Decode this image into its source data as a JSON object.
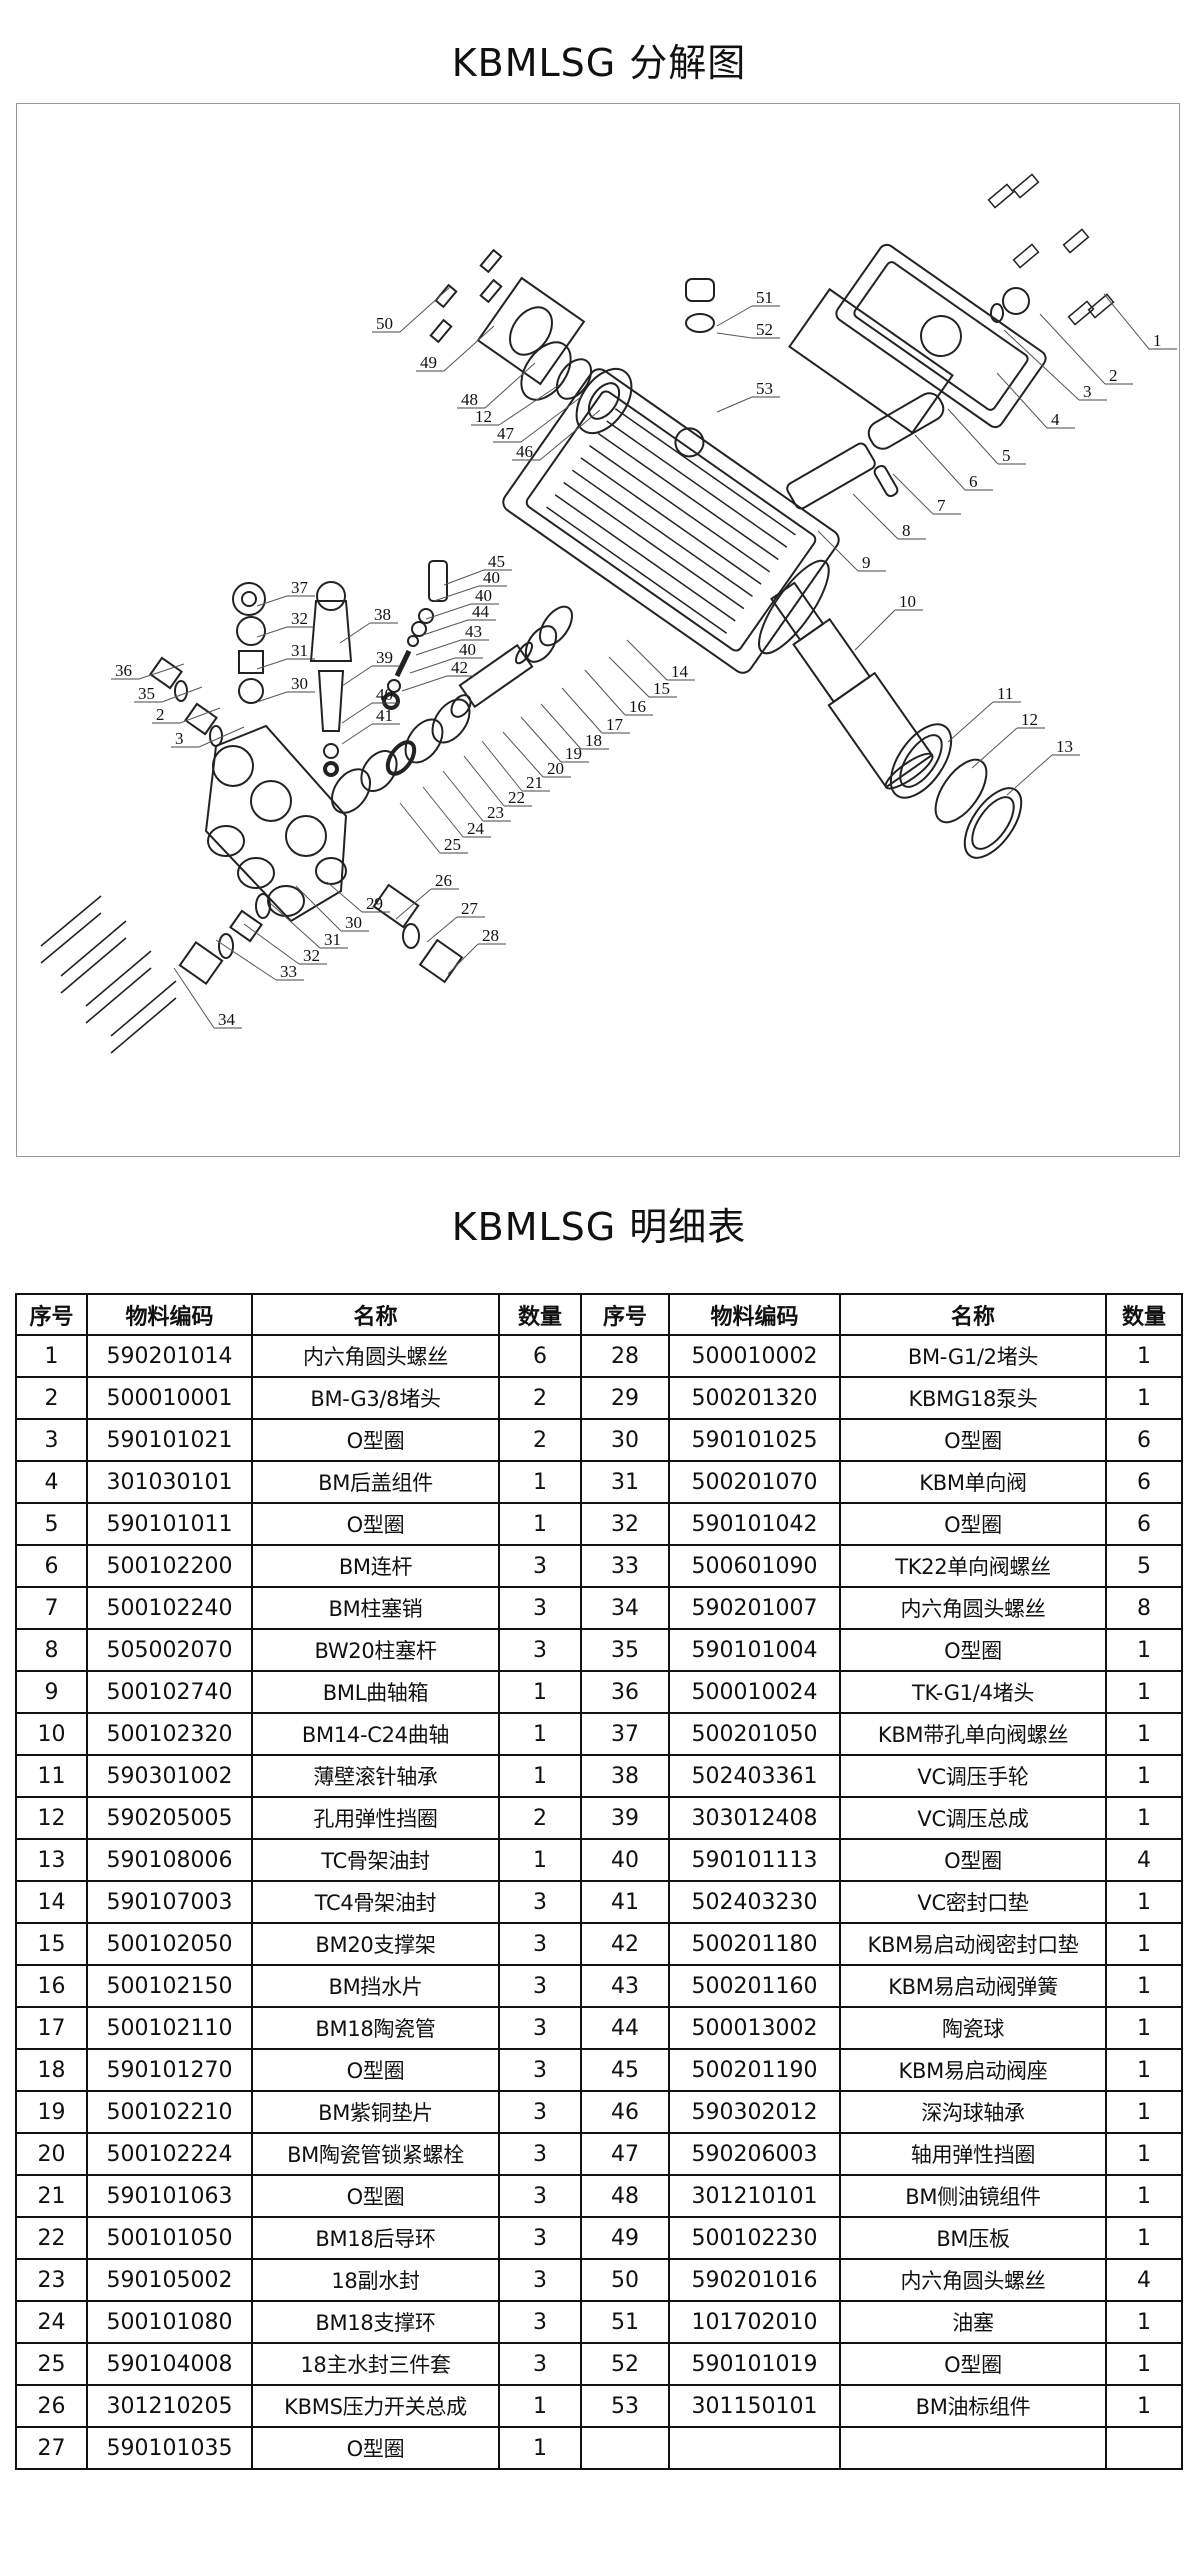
{
  "diagram_title": "KBMLSG 分解图",
  "table_title": "KBMLSG 明细表",
  "diagram": {
    "callouts": [
      "1",
      "2",
      "3",
      "4",
      "5",
      "6",
      "7",
      "8",
      "9",
      "10",
      "11",
      "12",
      "13",
      "14",
      "15",
      "16",
      "17",
      "18",
      "19",
      "20",
      "21",
      "22",
      "23",
      "24",
      "25",
      "26",
      "27",
      "28",
      "29",
      "30",
      "31",
      "32",
      "33",
      "34",
      "35",
      "36",
      "2",
      "3",
      "37",
      "32",
      "31",
      "30",
      "38",
      "39",
      "40",
      "41",
      "45",
      "40",
      "40",
      "44",
      "43",
      "40",
      "42",
      "50",
      "49",
      "48",
      "12",
      "47",
      "46",
      "51",
      "52",
      "53"
    ]
  },
  "table": {
    "headers": [
      "序号",
      "物料编码",
      "名称",
      "数量",
      "序号",
      "物料编码",
      "名称",
      "数量"
    ],
    "left_rows": [
      [
        "1",
        "590201014",
        "内六角圆头螺丝",
        "6"
      ],
      [
        "2",
        "500010001",
        "BM-G3/8堵头",
        "2"
      ],
      [
        "3",
        "590101021",
        "O型圈",
        "2"
      ],
      [
        "4",
        "301030101",
        "BM后盖组件",
        "1"
      ],
      [
        "5",
        "590101011",
        "O型圈",
        "1"
      ],
      [
        "6",
        "500102200",
        "BM连杆",
        "3"
      ],
      [
        "7",
        "500102240",
        "BM柱塞销",
        "3"
      ],
      [
        "8",
        "505002070",
        "BW20柱塞杆",
        "3"
      ],
      [
        "9",
        "500102740",
        "BML曲轴箱",
        "1"
      ],
      [
        "10",
        "500102320",
        "BM14-C24曲轴",
        "1"
      ],
      [
        "11",
        "590301002",
        "薄壁滚针轴承",
        "1"
      ],
      [
        "12",
        "590205005",
        "孔用弹性挡圈",
        "2"
      ],
      [
        "13",
        "590108006",
        "TC骨架油封",
        "1"
      ],
      [
        "14",
        "590107003",
        "TC4骨架油封",
        "3"
      ],
      [
        "15",
        "500102050",
        "BM20支撑架",
        "3"
      ],
      [
        "16",
        "500102150",
        "BM挡水片",
        "3"
      ],
      [
        "17",
        "500102110",
        "BM18陶瓷管",
        "3"
      ],
      [
        "18",
        "590101270",
        "O型圈",
        "3"
      ],
      [
        "19",
        "500102210",
        "BM紫铜垫片",
        "3"
      ],
      [
        "20",
        "500102224",
        "BM陶瓷管锁紧螺栓",
        "3"
      ],
      [
        "21",
        "590101063",
        "O型圈",
        "3"
      ],
      [
        "22",
        "500101050",
        "BM18后导环",
        "3"
      ],
      [
        "23",
        "590105002",
        "18副水封",
        "3"
      ],
      [
        "24",
        "500101080",
        "BM18支撑环",
        "3"
      ],
      [
        "25",
        "590104008",
        "18主水封三件套",
        "3"
      ],
      [
        "26",
        "301210205",
        "KBMS压力开关总成",
        "1"
      ],
      [
        "27",
        "590101035",
        "O型圈",
        "1"
      ]
    ],
    "right_rows": [
      [
        "28",
        "500010002",
        "BM-G1/2堵头",
        "1"
      ],
      [
        "29",
        "500201320",
        "KBMG18泵头",
        "1"
      ],
      [
        "30",
        "590101025",
        "O型圈",
        "6"
      ],
      [
        "31",
        "500201070",
        "KBM单向阀",
        "6"
      ],
      [
        "32",
        "590101042",
        "O型圈",
        "6"
      ],
      [
        "33",
        "500601090",
        "TK22单向阀螺丝",
        "5"
      ],
      [
        "34",
        "590201007",
        "内六角圆头螺丝",
        "8"
      ],
      [
        "35",
        "590101004",
        "O型圈",
        "1"
      ],
      [
        "36",
        "500010024",
        "TK-G1/4堵头",
        "1"
      ],
      [
        "37",
        "500201050",
        "KBM带孔单向阀螺丝",
        "1"
      ],
      [
        "38",
        "502403361",
        "VC调压手轮",
        "1"
      ],
      [
        "39",
        "303012408",
        "VC调压总成",
        "1"
      ],
      [
        "40",
        "590101113",
        "O型圈",
        "4"
      ],
      [
        "41",
        "502403230",
        "VC密封口垫",
        "1"
      ],
      [
        "42",
        "500201180",
        "KBM易启动阀密封口垫",
        "1"
      ],
      [
        "43",
        "500201160",
        "KBM易启动阀弹簧",
        "1"
      ],
      [
        "44",
        "500013002",
        "陶瓷球",
        "1"
      ],
      [
        "45",
        "500201190",
        "KBM易启动阀座",
        "1"
      ],
      [
        "46",
        "590302012",
        "深沟球轴承",
        "1"
      ],
      [
        "47",
        "590206003",
        "轴用弹性挡圈",
        "1"
      ],
      [
        "48",
        "301210101",
        "BM侧油镜组件",
        "1"
      ],
      [
        "49",
        "500102230",
        "BM压板",
        "1"
      ],
      [
        "50",
        "590201016",
        "内六角圆头螺丝",
        "4"
      ],
      [
        "51",
        "101702010",
        "油塞",
        "1"
      ],
      [
        "52",
        "590101019",
        "O型圈",
        "1"
      ],
      [
        "53",
        "301150101",
        "BM油标组件",
        "1"
      ],
      [
        "",
        "",
        "",
        ""
      ]
    ]
  }
}
